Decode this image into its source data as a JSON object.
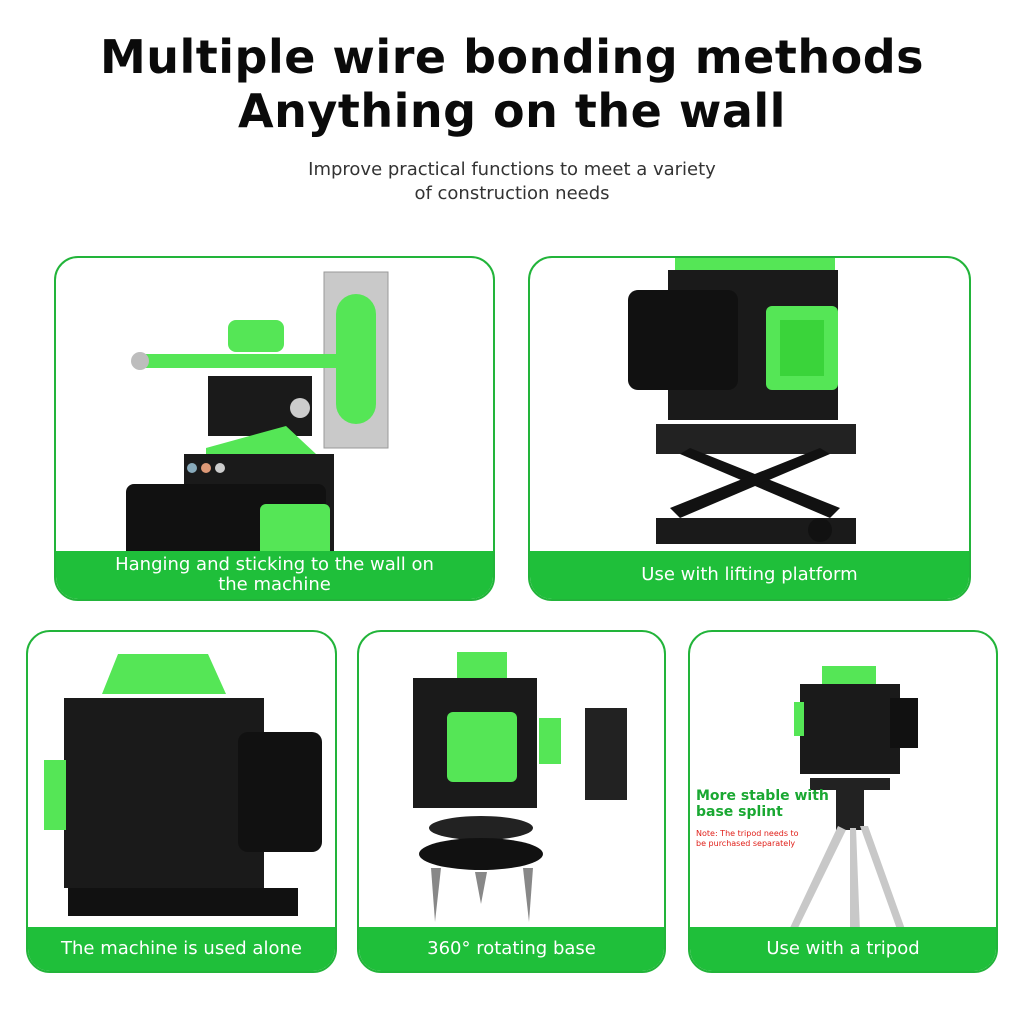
{
  "header": {
    "title_line1": "Multiple wire bonding methods",
    "title_line2": "Anything on the wall",
    "subtitle_line1": "Improve practical functions to meet a variety",
    "subtitle_line2": "of construction needs"
  },
  "panels": {
    "wall": {
      "caption_line1": "Hanging and sticking to the wall on",
      "caption_line2": "the machine"
    },
    "lifting": {
      "caption": "Use with lifting platform"
    },
    "alone": {
      "caption": "The machine is used alone"
    },
    "rotating": {
      "caption": "360° rotating base"
    },
    "tripod": {
      "caption": "Use with a tripod",
      "note_line1": "More stable with",
      "note_line2": "base splint",
      "warn_line1": "Note: The tripod needs to",
      "warn_line2": "be purchased separately"
    }
  },
  "colors": {
    "accent": "#1fbf3a",
    "border": "#22b43a",
    "device_green": "#5cf05a",
    "device_black": "#1a1a1a"
  }
}
